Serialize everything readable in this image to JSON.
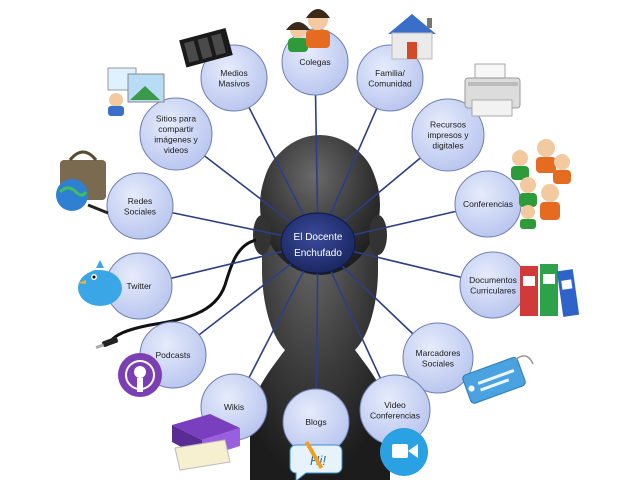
{
  "center": {
    "lines": [
      "El Docente",
      "Enchufado"
    ]
  },
  "nodes": [
    {
      "id": "colegas",
      "lines": [
        "Colegas"
      ],
      "icon": "people-icon"
    },
    {
      "id": "familia",
      "lines": [
        "Familia/",
        "Comunidad"
      ],
      "icon": "house-icon"
    },
    {
      "id": "recursos",
      "lines": [
        "Recursos",
        "impresos y",
        "digitales"
      ],
      "icon": "printer-icon"
    },
    {
      "id": "conferencias",
      "lines": [
        "Conferencias"
      ],
      "icon": "audience-icon"
    },
    {
      "id": "documentos",
      "lines": [
        "Documentos",
        "Curriculares"
      ],
      "icon": "binders-icon"
    },
    {
      "id": "marcadores",
      "lines": [
        "Marcadores",
        "Sociales"
      ],
      "icon": "tag-icon"
    },
    {
      "id": "video",
      "lines": [
        "Video",
        "Conferencias"
      ],
      "icon": "video-camera-icon"
    },
    {
      "id": "blogs",
      "lines": [
        "Blogs"
      ],
      "icon": "pen-bubble-icon"
    },
    {
      "id": "wikis",
      "lines": [
        "Wikis"
      ],
      "icon": "stacked-box-icon"
    },
    {
      "id": "podcasts",
      "lines": [
        "Podcasts"
      ],
      "icon": "podcast-icon"
    },
    {
      "id": "twitter",
      "lines": [
        "Twitter"
      ],
      "icon": "bird-icon"
    },
    {
      "id": "redes",
      "lines": [
        "Redes",
        "Sociales"
      ],
      "icon": "globe-bag-icon"
    },
    {
      "id": "sitios",
      "lines": [
        "Sitios para",
        "compartir",
        "imágenes y",
        "videos"
      ],
      "icon": "photos-icon"
    },
    {
      "id": "medios",
      "lines": [
        "Medios",
        "Masivos"
      ],
      "icon": "film-icon"
    }
  ],
  "colors": {
    "node_fill": "#c9d4f4",
    "node_stroke": "#6f7fb0",
    "center_fill": "#1f2d6e",
    "spoke": "#2b3f86",
    "head": "#3a3a3a"
  }
}
